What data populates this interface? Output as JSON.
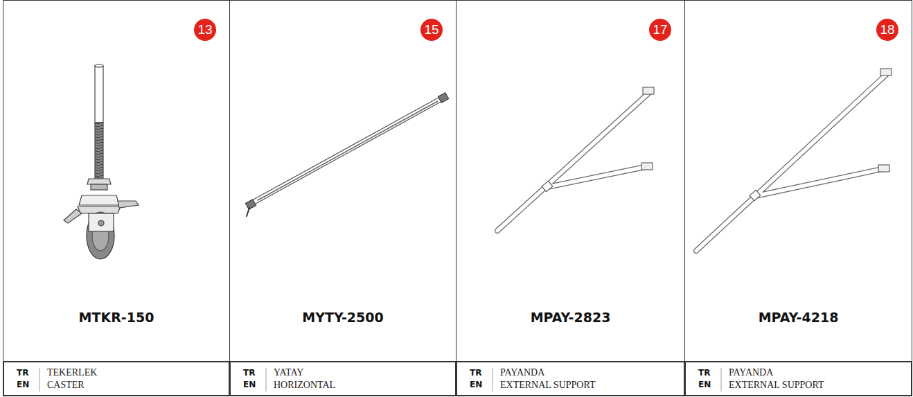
{
  "diagram": {
    "nodes": [
      {
        "text": [
          "MTKR-150"
        ]
      },
      {
        "text": [
          "13"
        ],
        "in": 0
      },
      {
        "text": [
          "TR",
          "EN",
          "TEKERLEK",
          "CASTER"
        ]
      },
      {
        "text": [
          "MYTY-2500"
        ]
      },
      {
        "text": [
          "15"
        ],
        "in": 3
      },
      {
        "text": [
          "TR",
          "EN",
          "YATAY",
          "HORIZONTAL"
        ]
      },
      {
        "text": [
          "MPAY-2823"
        ]
      },
      {
        "text": [
          "17"
        ],
        "in": 6
      },
      {
        "text": [
          "TR",
          "EN",
          "PAYANDA",
          "EXTERNAL SUPPORT"
        ]
      },
      {
        "text": [
          "MPAY-4218"
        ]
      },
      {
        "text": [
          "18"
        ],
        "in": 9
      },
      {
        "text": [
          "TR",
          "EN",
          "PAYANDA",
          "EXTERNAL SUPPORT"
        ]
      }
    ]
  }
}
